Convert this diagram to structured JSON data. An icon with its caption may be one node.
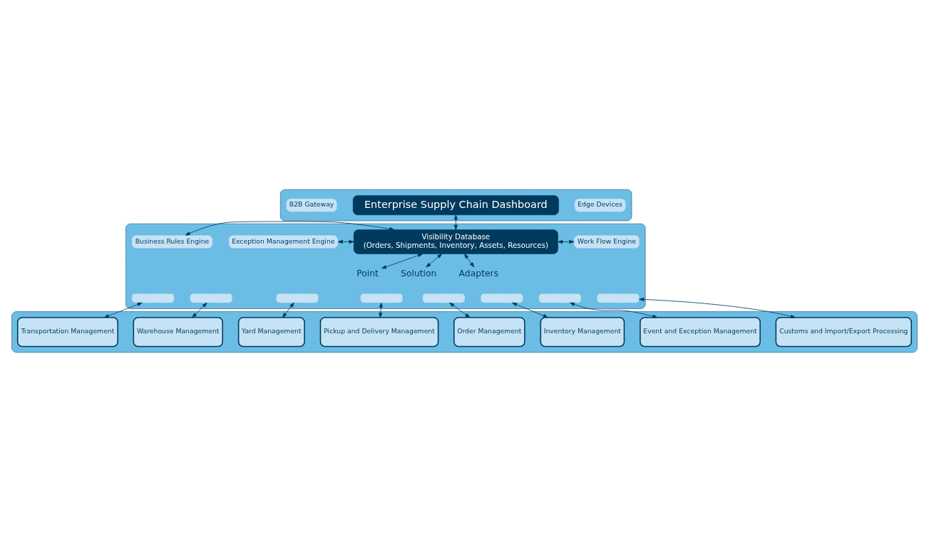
{
  "diagram": {
    "nodes": [
      {
        "text": [],
        "shape": "box"
      },
      {
        "text": [
          "B2B Gateway"
        ],
        "in": 0
      },
      {
        "text": [
          "Enterprise Supply Chain Dashboard"
        ],
        "in": 0
      },
      {
        "text": [
          "Edge Devices"
        ],
        "in": 0
      },
      {
        "text": [],
        "shape": "box"
      },
      {
        "text": [
          "Exception Management Engine"
        ],
        "in": 4
      },
      {
        "text": [
          "Visibility Database",
          "(Orders, Shipments, Inventory, Assets, Resources)"
        ],
        "in": 4
      },
      {
        "text": [
          "Work Flow Engine"
        ],
        "in": 4
      },
      {
        "text": [
          "Business Rules Engine"
        ],
        "in": 4
      },
      {
        "text": [
          "Point"
        ],
        "in": 4
      },
      {
        "text": [
          "Solution"
        ],
        "in": 4
      },
      {
        "text": [
          "Adapters"
        ],
        "in": 4
      },
      {
        "text": [],
        "shape": "box",
        "in": 4
      },
      {
        "text": [],
        "shape": "box",
        "in": 4
      },
      {
        "text": [],
        "shape": "box",
        "in": 4
      },
      {
        "text": [],
        "shape": "box",
        "in": 4
      },
      {
        "text": [],
        "shape": "box",
        "in": 4
      },
      {
        "text": [],
        "shape": "box",
        "in": 4
      },
      {
        "text": [],
        "shape": "box",
        "in": 4
      },
      {
        "text": [],
        "shape": "box",
        "in": 4
      },
      {
        "text": [],
        "shape": "box"
      },
      {
        "text": [
          "Transportation Management"
        ],
        "in": 20
      },
      {
        "text": [
          "Warehouse Management"
        ],
        "in": 20
      },
      {
        "text": [
          "Yard Management"
        ],
        "in": 20
      },
      {
        "text": [
          "Pickup and Delivery Management"
        ],
        "in": 20
      },
      {
        "text": [
          "Order Management"
        ],
        "in": 20
      },
      {
        "text": [
          "Inventory Management"
        ],
        "in": 20
      },
      {
        "text": [
          "Event and Exception Management"
        ],
        "in": 20
      },
      {
        "text": [
          "Customs and Import/Export Processing"
        ],
        "in": 20
      }
    ],
    "edges": [
      {
        "from": 2,
        "to": 6,
        "arrow": "both"
      },
      {
        "from": 5,
        "to": 6,
        "arrow": "both"
      },
      {
        "from": 8,
        "to": 6,
        "arrow": "both"
      },
      {
        "from": 6,
        "to": 7,
        "arrow": "both"
      },
      {
        "from": 6,
        "to": 9,
        "arrow": "both"
      },
      {
        "from": 6,
        "to": 10,
        "arrow": "both"
      },
      {
        "from": 6,
        "to": 11,
        "arrow": "both"
      },
      {
        "from": 12,
        "to": 21,
        "arrow": "both"
      },
      {
        "from": 13,
        "to": 22,
        "arrow": "both"
      },
      {
        "from": 14,
        "to": 23,
        "arrow": "both"
      },
      {
        "from": 15,
        "to": 24,
        "arrow": "both"
      },
      {
        "from": 16,
        "to": 25,
        "arrow": "both"
      },
      {
        "from": 17,
        "to": 26,
        "arrow": "both"
      },
      {
        "from": 18,
        "to": 27,
        "arrow": "both"
      },
      {
        "from": 19,
        "to": 28,
        "arrow": "both"
      }
    ]
  }
}
